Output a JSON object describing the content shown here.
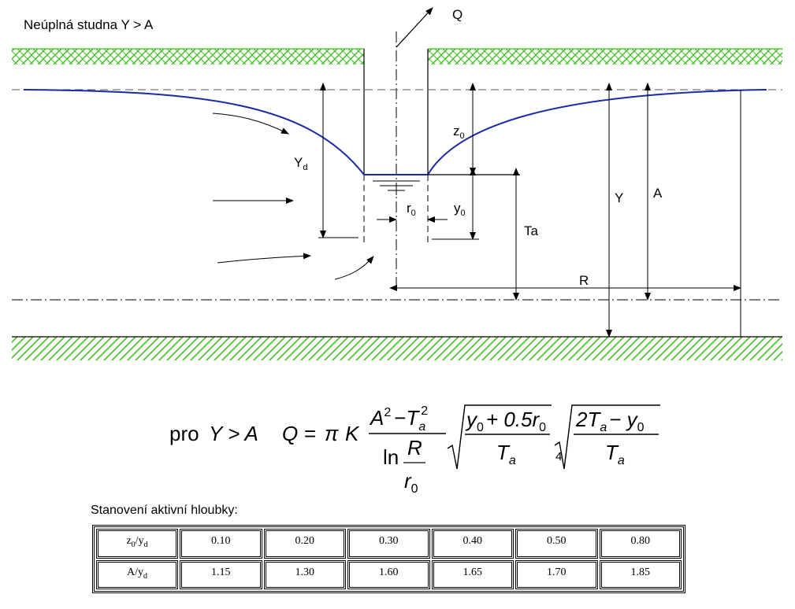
{
  "title": "Neúplná studna Y > A",
  "labels": {
    "Q": "Q",
    "Yd_main": "Y",
    "Yd_sub": "d",
    "z0_main": "z",
    "z0_sub": "0",
    "r0_main": "r",
    "r0_sub": "0",
    "y0_main": "y",
    "y0_sub": "0",
    "Ta": "Ta",
    "Y": "Y",
    "A": "A",
    "R": "R"
  },
  "formula": {
    "prefix": "pro",
    "condition": "Y > A",
    "Q": "Q",
    "equals": "=",
    "pi": "π",
    "K": "K",
    "num1": "A",
    "num1_sup": "2",
    "minus": "−",
    "num2": "T",
    "num2_sub": "a",
    "num2_sup": "2",
    "ln": "ln",
    "R": "R",
    "r": "r",
    "r_sub": "0",
    "root1_num": "y",
    "root1_sub": "0",
    "root1_rest": "+ 0.5r",
    "root1_rest_sub": "0",
    "root1_den": "T",
    "root1_den_sub": "a",
    "root_index": "4",
    "root2_num": "2T",
    "root2_num_sub": "a",
    "root2_rest": "− y",
    "root2_rest_sub": "0",
    "root2_den": "T",
    "root2_den_sub": "a"
  },
  "section_title": "Stanovení aktivní hloubky:",
  "table": {
    "row1": {
      "head_main": "z",
      "head_sub1": "0",
      "head_mid": "/y",
      "head_sub2": "d",
      "values": [
        "0.10",
        "0.20",
        "0.30",
        "0.40",
        "0.50",
        "0.80"
      ]
    },
    "row2": {
      "head_main": "A/y",
      "head_sub": "d",
      "values": [
        "1.15",
        "1.30",
        "1.60",
        "1.65",
        "1.70",
        "1.85"
      ]
    }
  },
  "colors": {
    "curve": "#1a2aa8",
    "hatch": "#3dbf1e",
    "line": "#000000",
    "dash": "#555555"
  }
}
